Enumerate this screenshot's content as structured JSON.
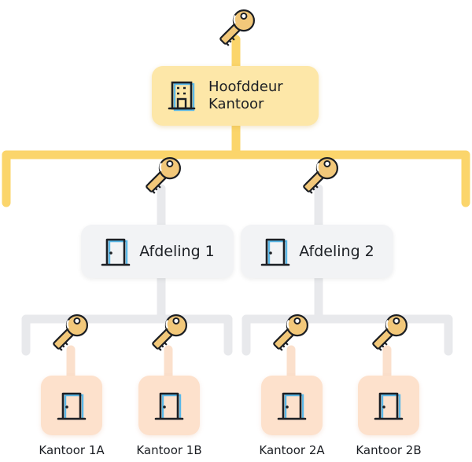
{
  "main": {
    "title_line1": "Hoofddeur",
    "title_line2": "Kantoor"
  },
  "departments": [
    {
      "label": "Afdeling 1"
    },
    {
      "label": "Afdeling 2"
    }
  ],
  "offices": [
    {
      "label": "Kantoor 1A"
    },
    {
      "label": "Kantoor 1B"
    },
    {
      "label": "Kantoor 2A"
    },
    {
      "label": "Kantoor 2B"
    }
  ],
  "colors": {
    "master": "#fbd56b",
    "department": "#eaebee",
    "office": "#fbe0cc",
    "key_fill": "#f2c87a",
    "icon_stroke": "#1c1f24",
    "icon_accent": "#5ab8e8"
  },
  "icons": {
    "key": "key-icon",
    "main": "office-building-icon",
    "department": "door-icon",
    "office": "door-icon"
  }
}
